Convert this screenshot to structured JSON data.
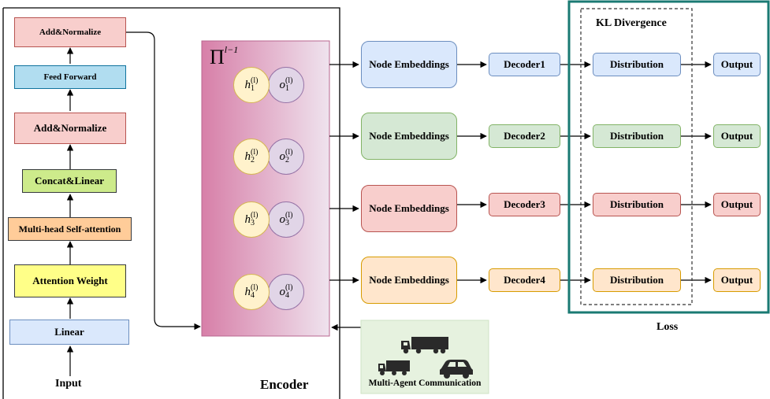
{
  "encoder_stack": {
    "add_norm_top": "Add&Normalize",
    "feed_forward": "Feed Forward",
    "add_norm": "Add&Normalize",
    "concat_linear": "Concat&Linear",
    "mhsa": "Multi-head Self-attention",
    "attention_weight": "Attention Weight",
    "linear": "Linear",
    "input": "Input",
    "encoder_title": "Encoder"
  },
  "pi_block": {
    "symbol": "Π",
    "superscript": "l−1",
    "nodes": [
      {
        "h": "h",
        "o": "o",
        "sub": "1",
        "sup": "(l)"
      },
      {
        "h": "h",
        "o": "o",
        "sub": "2",
        "sup": "(l)"
      },
      {
        "h": "h",
        "o": "o",
        "sub": "3",
        "sup": "(l)"
      },
      {
        "h": "h",
        "o": "o",
        "sub": "4",
        "sup": "(l)"
      }
    ]
  },
  "rows": [
    {
      "embed": "Node Embeddings",
      "decoder": "Decoder1",
      "dist": "Distribution",
      "output": "Output"
    },
    {
      "embed": "Node Embeddings",
      "decoder": "Decoder2",
      "dist": "Distribution",
      "output": "Output"
    },
    {
      "embed": "Node Embeddings",
      "decoder": "Decoder3",
      "dist": "Distribution",
      "output": "Output"
    },
    {
      "embed": "Node Embeddings",
      "decoder": "Decoder4",
      "dist": "Distribution",
      "output": "Output"
    }
  ],
  "kl_divergence": "KL Divergence",
  "loss": "Loss",
  "communication": "Multi-Agent Communication",
  "colors": {
    "blue_fill": "#dae8fc",
    "blue_stroke": "#6c8ebf",
    "green_fill": "#d5e8d4",
    "green_stroke": "#82b366",
    "red_fill": "#f8cecc",
    "red_stroke": "#b85450",
    "orange_fill": "#ffe6cc",
    "orange_stroke": "#d79b00",
    "teal": "#1a7a73"
  }
}
